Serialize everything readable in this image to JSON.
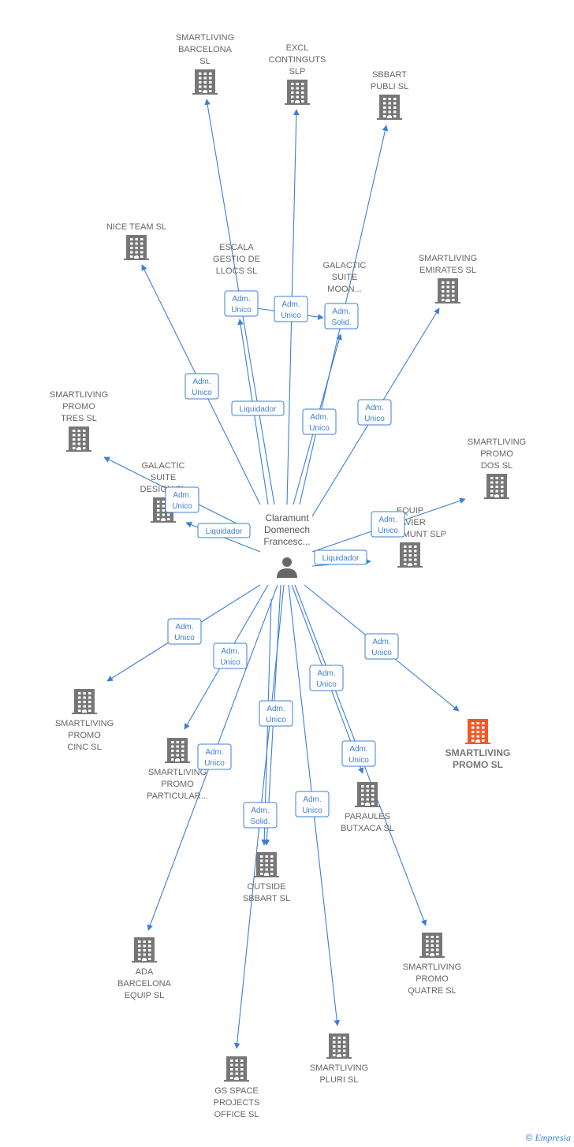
{
  "colors": {
    "edge": "#3d7fd6",
    "building": "#777777",
    "highlight": "#f05a28",
    "person": "#666666"
  },
  "person": {
    "icon": "person-icon",
    "lines": [
      "Claramunt",
      "Domenech",
      "Francesc..."
    ]
  },
  "companies": [
    {
      "id": "smartliving-barcelona",
      "lines": [
        "SMARTLIVING",
        "BARCELONA",
        "SL"
      ],
      "highlight": false
    },
    {
      "id": "excl-continguts",
      "lines": [
        "EXCL",
        "CONTINGUTS",
        "SLP"
      ],
      "highlight": false
    },
    {
      "id": "sbbart-publi",
      "lines": [
        "SBBART",
        "PUBLI  SL"
      ],
      "highlight": false
    },
    {
      "id": "nice-team",
      "lines": [
        "NICE TEAM SL"
      ],
      "highlight": false
    },
    {
      "id": "escala-gestio",
      "lines": [
        "ESCALA",
        "GESTIO DE",
        "LLOCS  SL"
      ],
      "highlight": false
    },
    {
      "id": "galactic-suite-moon",
      "lines": [
        "GALACTIC",
        "SUITE",
        "MOON..."
      ],
      "highlight": false
    },
    {
      "id": "smartliving-emirates",
      "lines": [
        "SMARTLIVING",
        "EMIRATES  SL"
      ],
      "highlight": false
    },
    {
      "id": "smartliving-promo-tres",
      "lines": [
        "SMARTLIVING",
        "PROMO",
        "TRES  SL"
      ],
      "highlight": false
    },
    {
      "id": "galactic-suite-design",
      "lines": [
        "GALACTIC",
        "SUITE",
        "DESIGN SL"
      ],
      "highlight": false
    },
    {
      "id": "smartliving-promo-dos",
      "lines": [
        "SMARTLIVING",
        "PROMO",
        "DOS  SL"
      ],
      "highlight": false
    },
    {
      "id": "equip-xavier",
      "lines": [
        "EQUIP",
        "XAVIER",
        "CLARAMUNT SLP"
      ],
      "highlight": false
    },
    {
      "id": "smartliving-promo-cinc",
      "lines": [
        "SMARTLIVING",
        "PROMO",
        "CINC  SL"
      ],
      "highlight": false
    },
    {
      "id": "smartliving-promo-particular",
      "lines": [
        "SMARTLIVING",
        "PROMO",
        "PARTICULAR..."
      ],
      "highlight": false
    },
    {
      "id": "smartliving-promo",
      "lines": [
        "SMARTLIVING",
        "PROMO  SL"
      ],
      "highlight": true
    },
    {
      "id": "paraules-butxaca",
      "lines": [
        "PARAULES",
        "BUTXACA  SL"
      ],
      "highlight": false
    },
    {
      "id": "outside-sbbart",
      "lines": [
        "OUTSIDE",
        "SBBART  SL"
      ],
      "highlight": false
    },
    {
      "id": "ada-barcelona-equip",
      "lines": [
        "ADA",
        "BARCELONA",
        "EQUIP  SL"
      ],
      "highlight": false
    },
    {
      "id": "smartliving-promo-quatre",
      "lines": [
        "SMARTLIVING",
        "PROMO",
        "QUATRE  SL"
      ],
      "highlight": false
    },
    {
      "id": "smartliving-pluri",
      "lines": [
        "SMARTLIVING",
        "PLURI  SL"
      ],
      "highlight": false
    },
    {
      "id": "gs-space-projects",
      "lines": [
        "GS SPACE",
        "PROJECTS",
        "OFFICE  SL"
      ],
      "highlight": false
    }
  ],
  "relations": [
    {
      "target": "smartliving-barcelona",
      "lines": [
        "Adm.",
        "Unico"
      ]
    },
    {
      "target": "excl-continguts",
      "lines": [
        "Adm.",
        "Unico"
      ]
    },
    {
      "target": "sbbart-publi",
      "lines": [
        "Adm.",
        "Unico"
      ]
    },
    {
      "target": "nice-team",
      "lines": [
        "Adm.",
        "Unico"
      ]
    },
    {
      "target": "escala-gestio",
      "lines": [
        "Liquidador"
      ]
    },
    {
      "target": "galactic-suite-moon",
      "lines": [
        "Adm.",
        "Solid."
      ]
    },
    {
      "target": "galactic-suite-moon",
      "lines": [
        "Adm.",
        "Unico"
      ]
    },
    {
      "target": "smartliving-emirates",
      "lines": [
        "Adm.",
        "Unico"
      ]
    },
    {
      "target": "smartliving-promo-tres",
      "lines": [
        "Adm.",
        "Unico"
      ]
    },
    {
      "target": "galactic-suite-design",
      "lines": [
        "Liquidador"
      ]
    },
    {
      "target": "smartliving-promo-dos",
      "lines": [
        "Adm.",
        "Unico"
      ]
    },
    {
      "target": "equip-xavier",
      "lines": [
        "Liquidador"
      ]
    },
    {
      "target": "smartliving-promo-cinc",
      "lines": [
        "Adm.",
        "Unico"
      ]
    },
    {
      "target": "smartliving-promo-particular",
      "lines": [
        "Adm.",
        "Unico"
      ]
    },
    {
      "target": "smartliving-promo",
      "lines": [
        "Adm.",
        "Unico"
      ]
    },
    {
      "target": "paraules-butxaca",
      "lines": [
        "Adm.",
        "Unico"
      ]
    },
    {
      "target": "outside-sbbart",
      "lines": [
        "Adm.",
        "Unico"
      ]
    },
    {
      "target": "outside-sbbart",
      "lines": [
        "Adm.",
        "Solid."
      ]
    },
    {
      "target": "ada-barcelona-equip",
      "lines": [
        "Adm.",
        "Unico"
      ]
    },
    {
      "target": "smartliving-promo-quatre",
      "lines": [
        "Adm.",
        "Unico"
      ]
    },
    {
      "target": "smartliving-pluri",
      "lines": [
        "Adm.",
        "Unico"
      ]
    },
    {
      "target": "gs-space-projects",
      "lines": [
        "Adm.",
        "Unico"
      ]
    }
  ],
  "footer": {
    "copyright": "©",
    "brand": "Empresia"
  }
}
